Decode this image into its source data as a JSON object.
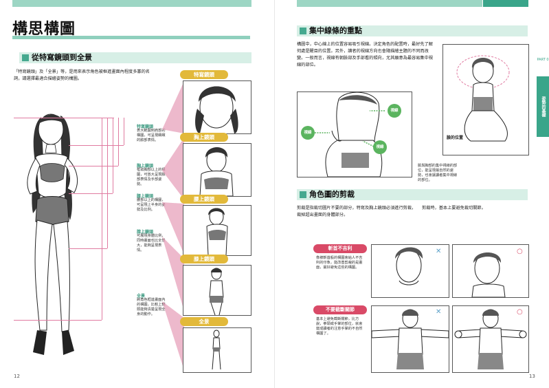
{
  "left_page": {
    "title": "構思構圖",
    "section1": {
      "heading": "從特寫鏡頭到全景",
      "intro": "「特寫鏡頭」及「全景」等，是用來表示角色被框進畫面內程度多寡的名詞，請選擇最適合描繪姿勢的構圖。"
    },
    "shots": [
      {
        "name": "特寫鏡頭",
        "desc": "表大範圍到肩部的構圖，可呈現細緻的臉部表情。"
      },
      {
        "name": "胸上鏡頭",
        "desc": "框取胸部以上的構圖，可放大呈現臉部表情及手部姿勢。"
      },
      {
        "name": "腰上鏡頭",
        "desc": "腰部以上的構圖，可呈現上半身的姿勢及比例。"
      },
      {
        "name": "膝上鏡頭",
        "desc": "可展現身體比例，同時畫面也比全景大，能夠呈現表情。"
      },
      {
        "name": "全景",
        "desc": "將角色框進畫面內的構圖，比較上鏡頭能夠清楚呈現全身的動作。"
      }
    ],
    "page_number": "12"
  },
  "right_page": {
    "section2": {
      "heading": "集中線條的重點",
      "text": "構圖中，中心線上的位置容易吸引視線。決定角色的配置時，最好先了解何處是醒目的位置。另外，讀者的視線方向也會隨描繪主題的不同而改變。一般而言，視線有朝臉部及手部看的傾向，尤其願意為最容易集中視線的部位。",
      "bubble_labels": [
        "視線",
        "視線",
        "視線"
      ],
      "side_caption": "臉的位置",
      "bottom_caption": "臉與胸部的集中視線的部位，能呈現最自然的姿勢，也會讓讀者集中視線的部位。"
    },
    "section3": {
      "heading": "角色圖的剪裁",
      "text_left": "剪裁是指裁切圖片不要的部分，特寫及胸上鏡頭必須進行剪裁，裁掉超出畫面的身體部分。",
      "text_right": "剪裁時，基本上要避免裁切關節。",
      "rows": [
        {
          "tag": "斬首不吉利",
          "desc": "像被斬首般的構圖會給人不吉利的印象，能改善剪裁的是畫面，最好避免這些的構圖。",
          "bad": "✕",
          "good": "○"
        },
        {
          "tag": "不要截斷關節",
          "desc": "基本上避免截斷關節，比方說，拳頭或手掌的部位，就會變成讀者的注意手掌的不自然構圖了。",
          "bad": "✕",
          "good": "○"
        }
      ]
    },
    "side_tab_part": "PART 0",
    "side_tab_label": "姿勢的基礎",
    "page_number": "13"
  },
  "colors": {
    "accent": "#3aa58a",
    "accent_light": "#d7efe6",
    "gold": "#e2b93a",
    "rose": "#e07aa0",
    "bubble": "#5bb45f",
    "ng_red": "#d94a67"
  }
}
